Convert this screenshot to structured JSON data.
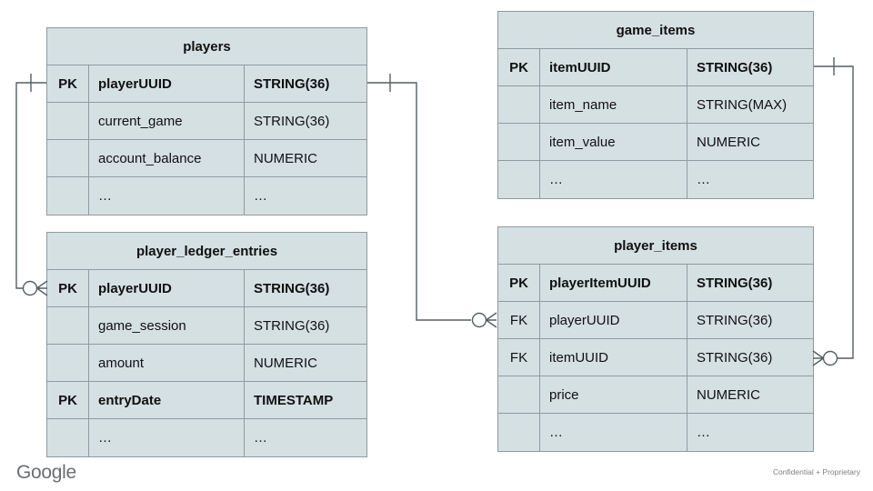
{
  "diagram": {
    "type": "entity-relationship-diagram",
    "notation": "crows-foot",
    "colors": {
      "entity_fill": "#d5e0e3",
      "entity_border": "#8f9b9e",
      "connector": "#555f63",
      "text": "#101010",
      "footer_text": "#6a6f73"
    },
    "column_headers": [
      "key",
      "column_name",
      "data_type"
    ]
  },
  "entities": [
    {
      "id": "players",
      "title": "players",
      "rows": [
        {
          "key": "PK",
          "name": "playerUUID",
          "type": "STRING(36)",
          "bold": true
        },
        {
          "key": "",
          "name": "current_game",
          "type": "STRING(36)",
          "bold": false
        },
        {
          "key": "",
          "name": "account_balance",
          "type": "NUMERIC",
          "bold": false
        },
        {
          "key": "",
          "name": "…",
          "type": "…",
          "bold": false
        }
      ]
    },
    {
      "id": "player_ledger_entries",
      "title": "player_ledger_entries",
      "rows": [
        {
          "key": "PK",
          "name": "playerUUID",
          "type": "STRING(36)",
          "bold": true
        },
        {
          "key": "",
          "name": "game_session",
          "type": "STRING(36)",
          "bold": false
        },
        {
          "key": "",
          "name": "amount",
          "type": "NUMERIC",
          "bold": false
        },
        {
          "key": "PK",
          "name": "entryDate",
          "type": "TIMESTAMP",
          "bold": true
        },
        {
          "key": "",
          "name": "…",
          "type": "…",
          "bold": false
        }
      ]
    },
    {
      "id": "game_items",
      "title": "game_items",
      "rows": [
        {
          "key": "PK",
          "name": "itemUUID",
          "type": "STRING(36)",
          "bold": true
        },
        {
          "key": "",
          "name": "item_name",
          "type": "STRING(MAX)",
          "bold": false
        },
        {
          "key": "",
          "name": "item_value",
          "type": "NUMERIC",
          "bold": false
        },
        {
          "key": "",
          "name": "…",
          "type": "…",
          "bold": false
        }
      ]
    },
    {
      "id": "player_items",
      "title": "player_items",
      "rows": [
        {
          "key": "PK",
          "name": "playerItemUUID",
          "type": "STRING(36)",
          "bold": true
        },
        {
          "key": "FK",
          "name": "playerUUID",
          "type": "STRING(36)",
          "bold": false
        },
        {
          "key": "FK",
          "name": "itemUUID",
          "type": "STRING(36)",
          "bold": false
        },
        {
          "key": "",
          "name": "price",
          "type": "NUMERIC",
          "bold": false
        },
        {
          "key": "",
          "name": "…",
          "type": "…",
          "bold": false
        }
      ]
    }
  ],
  "relationships": [
    {
      "id": "players-to-ledger",
      "from_entity": "players",
      "from_field": "playerUUID",
      "from_cardinality": "one",
      "to_entity": "player_ledger_entries",
      "to_field": "playerUUID",
      "to_cardinality": "zero-or-many"
    },
    {
      "id": "players-to-player-items",
      "from_entity": "players",
      "from_field": "playerUUID",
      "from_cardinality": "one",
      "to_entity": "player_items",
      "to_field": "playerUUID",
      "to_cardinality": "zero-or-many"
    },
    {
      "id": "game-items-to-player-items",
      "from_entity": "game_items",
      "from_field": "itemUUID",
      "from_cardinality": "one",
      "to_entity": "player_items",
      "to_field": "itemUUID",
      "to_cardinality": "zero-or-many"
    }
  ],
  "footer": {
    "logo_text": "Google",
    "confidential_text": "Confidential + Proprietary"
  }
}
